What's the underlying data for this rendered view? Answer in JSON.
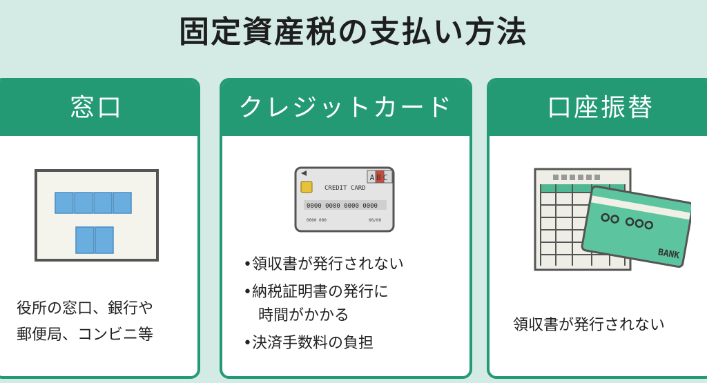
{
  "title": "固定資産税の支払い方法",
  "cards": [
    {
      "heading": "窓口",
      "lines": [
        "役所の窓口、銀行や",
        "郵便局、コンビニ等"
      ]
    },
    {
      "heading": "クレジットカード",
      "card_label": "CREDIT CARD",
      "card_logo": "ABC",
      "card_number": "0000 0000 0000 0000",
      "card_small": "0000 000",
      "card_expiry": "00/00",
      "bullets": [
        "•領収書が発行されない",
        "•納税証明書の発行に",
        "時間がかかる",
        "•決済手数料の負担"
      ]
    },
    {
      "heading": "口座振替",
      "passbook_label": "BANK",
      "lines": [
        "領収書が発行されない"
      ]
    }
  ],
  "colors": {
    "accent": "#239a73",
    "background": "#d3ebe4"
  },
  "icons": [
    "building-icon",
    "credit-card-icon",
    "bank-passbook-icon"
  ]
}
